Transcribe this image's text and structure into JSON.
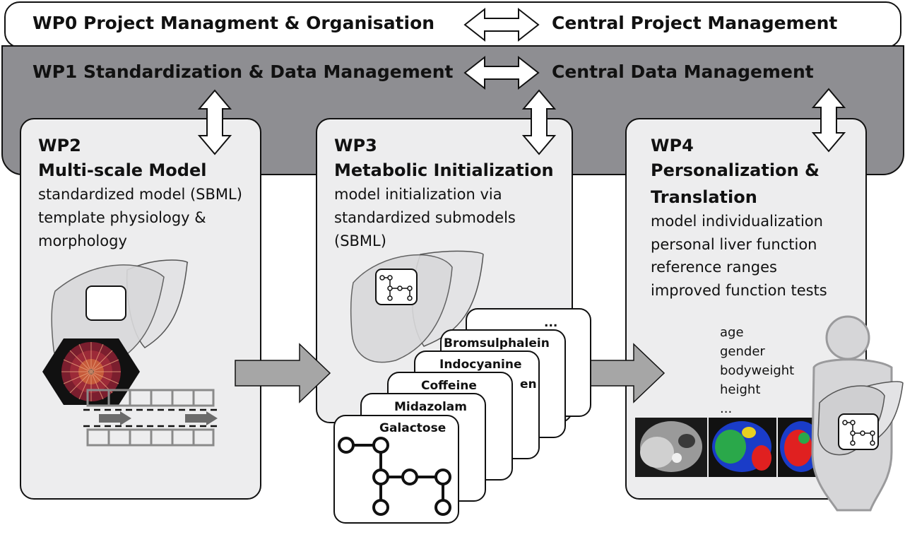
{
  "header": {
    "wp0_left": "WP0 Project Managment & Organisation",
    "wp0_right": "Central Project Management",
    "wp1_left": "WP1 Standardization & Data Management",
    "wp1_right": "Central Data Management"
  },
  "wp2": {
    "id": "WP2",
    "title": "Multi-scale Model",
    "desc": [
      "standardized model (SBML)",
      "template physiology &",
      "morphology"
    ]
  },
  "wp3": {
    "id": "WP3",
    "title": "Metabolic Initialization",
    "desc": [
      "model initialization via",
      "standardized submodels",
      "(SBML)"
    ],
    "cards": [
      "...",
      "Bromsulphalein",
      "Indocyanine",
      "Coffeine",
      "Midazolam",
      "Galactose"
    ],
    "hidden_fragment": "en"
  },
  "wp4": {
    "id": "WP4",
    "title": [
      "Personalization &",
      "Translation"
    ],
    "desc": [
      "model individualization",
      "personal liver function",
      "reference ranges",
      "improved function tests"
    ],
    "attributes": [
      "age",
      "gender",
      "bodyweight",
      "height",
      "..."
    ]
  },
  "colors": {
    "wp1_band": "#8e8e92",
    "box_fill": "#ededee",
    "flow_arrow": "#a6a6a6",
    "liver_fill": "#d9d9db",
    "lobule": "#7b1e2e"
  }
}
